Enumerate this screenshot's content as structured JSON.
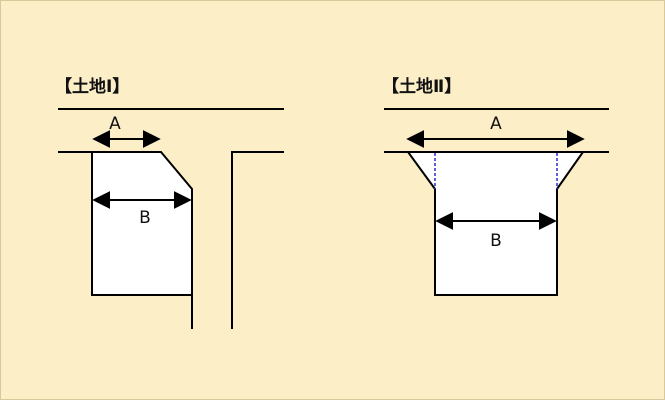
{
  "panels": [
    {
      "title": "【土地Ⅰ】",
      "dim_a": "A",
      "dim_b": "B"
    },
    {
      "title": "【土地Ⅱ】",
      "dim_a": "A",
      "dim_b": "B"
    }
  ],
  "colors": {
    "background": "#fcefc8",
    "stroke": "#000000",
    "lot_fill": "#ffffff",
    "dashed_guide": "#2a2ad0"
  }
}
